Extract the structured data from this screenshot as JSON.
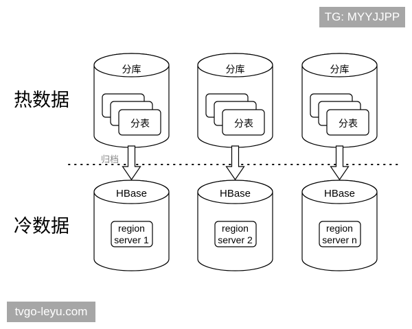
{
  "watermarks": {
    "top_right": "TG: MYYJJPP",
    "bottom_left": "tvgo-leyu.com"
  },
  "rows": {
    "hot": "热数据",
    "cold": "冷数据"
  },
  "archive_label": "归档",
  "hot_nodes": [
    {
      "db": "分库",
      "table": "分表"
    },
    {
      "db": "分库",
      "table": "分表"
    },
    {
      "db": "分库",
      "table": "分表"
    }
  ],
  "cold_nodes": [
    {
      "store": "HBase",
      "server_line1": "region",
      "server_line2": "server 1"
    },
    {
      "store": "HBase",
      "server_line1": "region",
      "server_line2": "server 2"
    },
    {
      "store": "HBase",
      "server_line1": "region",
      "server_line2": "server n"
    }
  ]
}
